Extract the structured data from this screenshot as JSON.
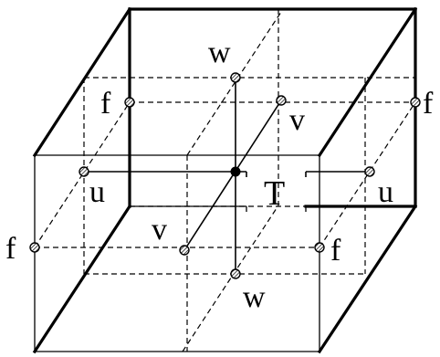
{
  "diagram": {
    "labels": {
      "w_top": "w",
      "w_bottom": "w",
      "v_right": "v",
      "v_left": "v",
      "u_left": "u",
      "u_right": "u",
      "f_top_left": "f",
      "f_top_right": "f",
      "f_bottom_left": "f",
      "f_bottom_right": "f",
      "center": "T"
    },
    "colors": {
      "ink": "#000000",
      "background": "#ffffff",
      "node_fill": "#cccccc"
    },
    "icons": {
      "node": "hatched-circle",
      "center": "filled-dot"
    }
  }
}
